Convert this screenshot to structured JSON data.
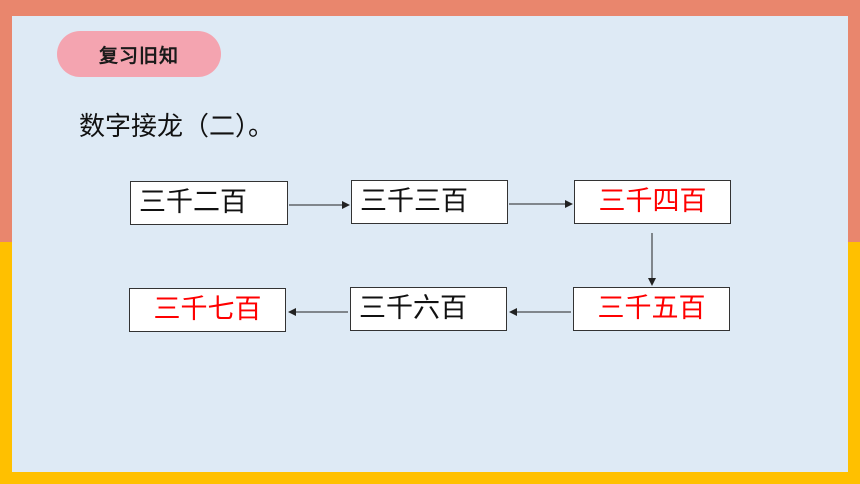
{
  "tag": "复习旧知",
  "heading": "数字接龙（二）。",
  "boxes": {
    "b1": "三千二百",
    "b2": "三千三百",
    "b3": "三千四百",
    "b4": "三千五百",
    "b5": "三千六百",
    "b6": "三千七百"
  },
  "colors": {
    "frame_top": "#e9866d",
    "frame_bottom": "#ffc000",
    "panel": "#deeaf5",
    "pill": "#f4a4b0",
    "answer_text": "#ff0000"
  }
}
